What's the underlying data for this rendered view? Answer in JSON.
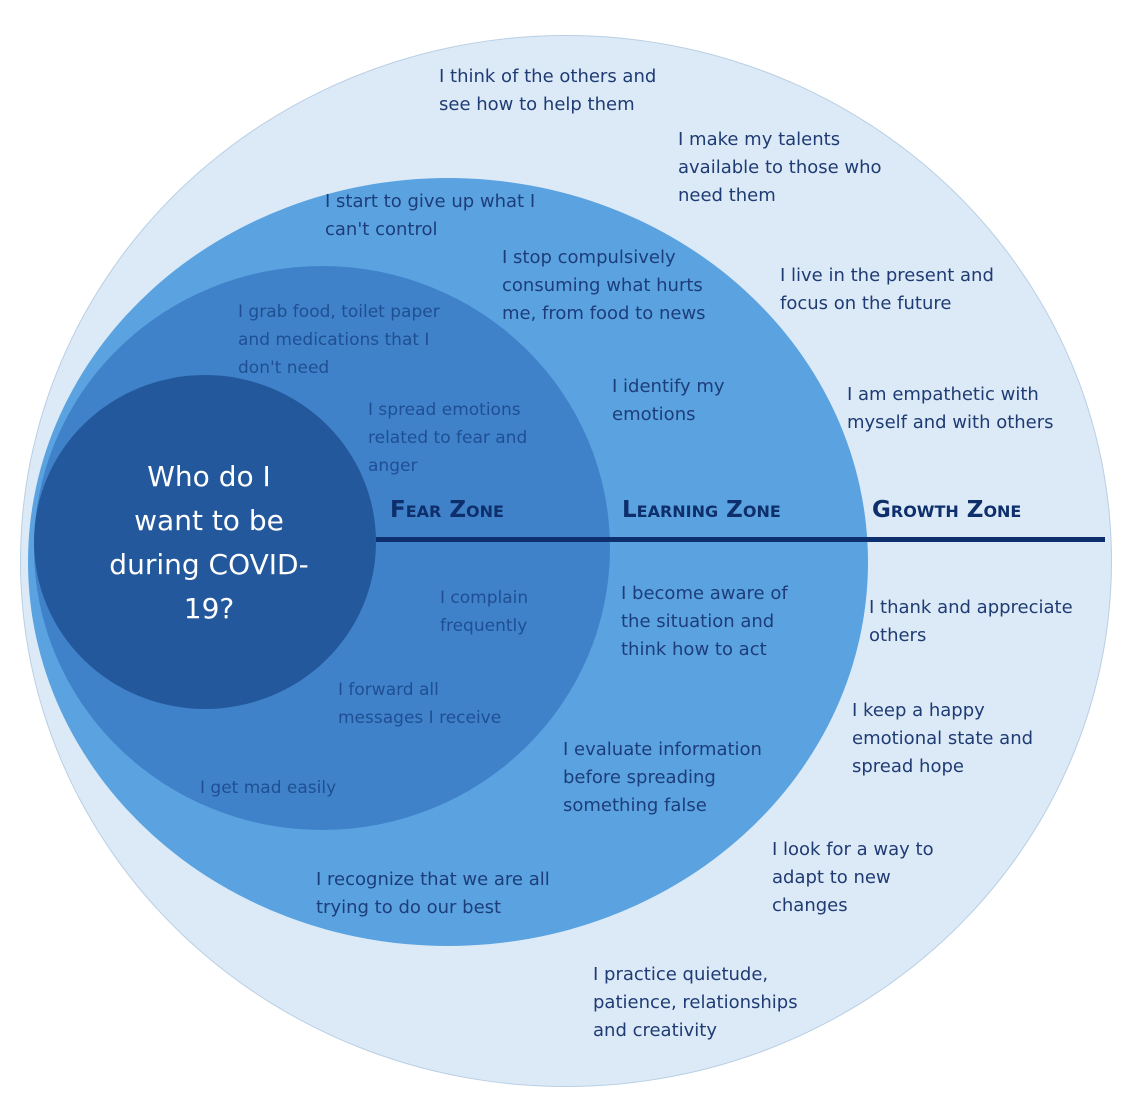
{
  "diagram": {
    "core_question": "Who do I\nwant to be\nduring COVID-\n19?",
    "zones": {
      "fear": "Fear Zone",
      "learning": "Learning Zone",
      "growth": "Growth Zone"
    },
    "fear_items": [
      "I grab food, toilet paper\nand medications that I\ndon't need",
      "I spread emotions\nrelated to fear and\nanger",
      "I complain\nfrequently",
      "I forward all\nmessages I receive",
      "I get mad easily"
    ],
    "learning_items": [
      "I start to give up what I\ncan't control",
      "I stop compulsively\nconsuming what hurts\nme, from food to news",
      "I identify my\nemotions",
      "I become aware of\nthe situation and\nthink how to act",
      "I evaluate information\nbefore spreading\nsomething false",
      "I recognize that we are all\ntrying to do our best"
    ],
    "growth_items": [
      "I think of the others and\nsee how to help them",
      "I make my talents\navailable to those who\nneed them",
      "I live in the present and\nfocus on the future",
      "I am empathetic with\nmyself and with others",
      "I thank and appreciate\nothers",
      "I keep a happy\nemotional state and\nspread hope",
      "I look for a way to\nadapt to new\nchanges",
      "I practice quietude,\npatience, relationships\nand creativity"
    ],
    "colors": {
      "growth_zone": "#dceaf7",
      "learning_zone": "#5aa3e0",
      "fear_zone": "#3f82c9",
      "core": "#23589c",
      "divider": "#0d2f6e",
      "text": "#1f3b73"
    }
  }
}
